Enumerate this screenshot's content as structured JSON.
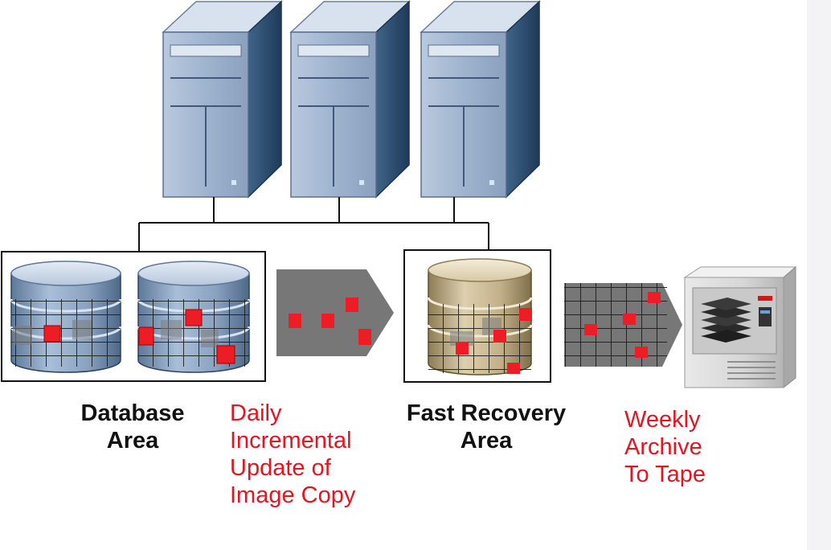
{
  "labels": {
    "database_area": [
      "Database",
      "Area"
    ],
    "daily_update": [
      "Daily",
      "Incremental",
      "Update of",
      "Image Copy"
    ],
    "fast_recovery_area": [
      "Fast Recovery",
      "Area"
    ],
    "weekly_archive": [
      "Weekly",
      "Archive",
      "To Tape"
    ]
  },
  "colors": {
    "text_red": "#e8131e",
    "text_black": "#111111",
    "block_red": "#ee1c25",
    "server_front": "#9cb2cf",
    "server_side": "#2f4f73",
    "disk_blue": "#8fa6c4",
    "disk_tan": "#c8b890"
  },
  "icons": [
    "server-icon",
    "disk-cylinder-icon",
    "arrow-block-icon",
    "tape-library-icon"
  ]
}
